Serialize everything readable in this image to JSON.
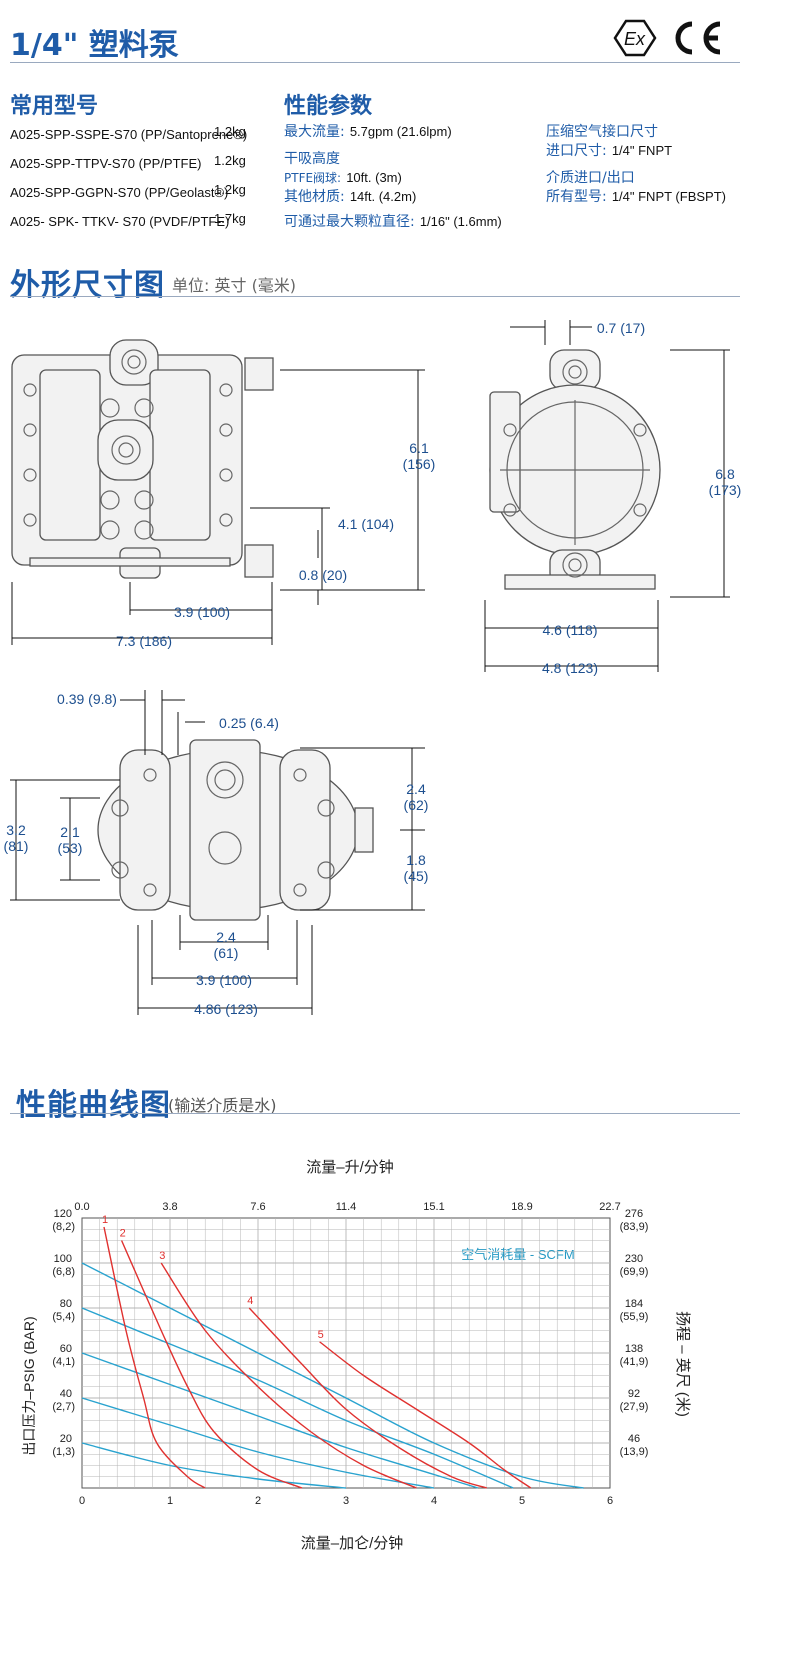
{
  "header": {
    "title": "1/4\" 塑料泵"
  },
  "models": {
    "heading": "常用型号",
    "rows": [
      {
        "model": "A025-SPP-SSPE-S70 (PP/Santoprene®)",
        "weight": "1.2kg"
      },
      {
        "model": "A025-SPP-TTPV-S70 (PP/PTFE)",
        "weight": "1.2kg"
      },
      {
        "model": "A025-SPP-GGPN-S70 (PP/Geolast®)",
        "weight": "1.2kg"
      },
      {
        "model": "A025- SPK- TTKV- S70 (PVDF/PTFE)",
        "weight": "1.7kg"
      }
    ]
  },
  "performance": {
    "heading": "性能参数",
    "max_flow_label": "最大流量:",
    "max_flow_value": "5.7gpm (21.6lpm)",
    "dry_lift_label": "干吸高度",
    "ptfe_label": "PTFE阀球:",
    "ptfe_value": "10ft. (3m)",
    "other_label": "其他材质:",
    "other_value": "14ft. (4.2m)",
    "particle_label": "可通过最大颗粒直径:",
    "particle_value": "1/16\" (1.6mm)",
    "air_inlet_label": "压缩空气接口尺寸",
    "air_inlet_sub_label": "进口尺寸:",
    "air_inlet_value": "1/4\" FNPT",
    "fluid_label": "介质进口/出口",
    "fluid_sub_label": "所有型号:",
    "fluid_value": "1/4\" FNPT (FBSPT)"
  },
  "dimensions": {
    "heading": "外形尺寸图",
    "unit": "单位:  英寸 (毫米)",
    "front": {
      "d1": "6.1\n(156)",
      "d2": "4.1 (104)",
      "d3": "0.8 (20)",
      "d4": "3.9 (100)",
      "d5": "7.3 (186)"
    },
    "side": {
      "d1": "0.7 (17)",
      "d2": "6.8\n(173)",
      "d3": "4.6 (118)",
      "d4": "4.8 (123)"
    },
    "bottom": {
      "d1": "0.39 (9.8)",
      "d2": "0.25 (6.4)",
      "d3": "3.2\n(81)",
      "d4": "2.1\n(53)",
      "d5": "2.4\n(62)",
      "d6": "1.8\n(45)",
      "d7": "2.4\n(61)",
      "d8": "3.9 (100)",
      "d9": "4.86 (123)"
    }
  },
  "curve": {
    "heading": "性能曲线图",
    "heading_note": "(输送介质是水)",
    "top_axis_title": "流量–升/分钟",
    "bottom_axis_title": "流量–加仑/分钟",
    "left_axis_title": "出口压力–PSIG (BAR)",
    "right_axis_title": "扬程 – 英尺 (米)",
    "legend": "空气消耗量 - SCFM",
    "top_ticks": [
      "0.0",
      "3.8",
      "7.6",
      "11.4",
      "15.1",
      "18.9",
      "22.7"
    ],
    "bottom_ticks": [
      "0",
      "1",
      "2",
      "3",
      "4",
      "5",
      "6"
    ],
    "left_ticks": [
      {
        "psi": "120",
        "bar": "(8,2)"
      },
      {
        "psi": "100",
        "bar": "(6,8)"
      },
      {
        "psi": "80",
        "bar": "(5,4)"
      },
      {
        "psi": "60",
        "bar": "(4,1)"
      },
      {
        "psi": "40",
        "bar": "(2,7)"
      },
      {
        "psi": "20",
        "bar": "(1,3)"
      }
    ],
    "right_ticks": [
      {
        "ft": "276",
        "m": "(83,9)"
      },
      {
        "ft": "230",
        "m": "(69,9)"
      },
      {
        "ft": "184",
        "m": "(55,9)"
      },
      {
        "ft": "138",
        "m": "(41,9)"
      },
      {
        "ft": "92",
        "m": "(27,9)"
      },
      {
        "ft": "46",
        "m": "(13,9)"
      }
    ],
    "air_labels": [
      "1",
      "2",
      "3",
      "4",
      "5"
    ],
    "colors": {
      "pressure": "#29a3cf",
      "air": "#e0312f",
      "grid": "#b5b5b5"
    }
  },
  "chart_data": {
    "type": "line",
    "xlabel": "流量–加仑/分钟",
    "ylabel": "出口压力–PSIG (BAR)",
    "xlim": [
      0,
      6
    ],
    "ylim": [
      0,
      120
    ],
    "series": [
      {
        "name": "100",
        "points": [
          [
            0,
            100
          ],
          [
            1,
            80
          ],
          [
            2,
            60
          ],
          [
            3,
            40
          ],
          [
            4,
            20
          ],
          [
            5,
            5
          ],
          [
            5.7,
            0
          ]
        ]
      },
      {
        "name": "80",
        "points": [
          [
            0,
            80
          ],
          [
            1,
            64
          ],
          [
            2,
            48
          ],
          [
            3,
            30
          ],
          [
            4,
            15
          ],
          [
            4.9,
            0
          ]
        ]
      },
      {
        "name": "60",
        "points": [
          [
            0,
            60
          ],
          [
            1,
            46
          ],
          [
            2,
            32
          ],
          [
            3,
            18
          ],
          [
            4,
            6
          ],
          [
            4.5,
            0
          ]
        ]
      },
      {
        "name": "40",
        "points": [
          [
            0,
            40
          ],
          [
            1,
            28
          ],
          [
            2,
            16
          ],
          [
            3,
            7
          ],
          [
            4,
            0
          ]
        ]
      },
      {
        "name": "20",
        "points": [
          [
            0,
            20
          ],
          [
            1,
            10
          ],
          [
            2,
            4
          ],
          [
            3,
            0
          ]
        ]
      },
      {
        "name": "1",
        "points": [
          [
            0.25,
            116
          ],
          [
            0.5,
            70
          ],
          [
            0.7,
            40
          ],
          [
            0.85,
            20
          ],
          [
            1.2,
            5
          ],
          [
            1.4,
            0
          ]
        ]
      },
      {
        "name": "2",
        "points": [
          [
            0.45,
            110
          ],
          [
            0.9,
            70
          ],
          [
            1.2,
            45
          ],
          [
            1.5,
            25
          ],
          [
            2,
            8
          ],
          [
            2.5,
            0
          ]
        ]
      },
      {
        "name": "3",
        "points": [
          [
            0.9,
            100
          ],
          [
            1.4,
            70
          ],
          [
            2,
            45
          ],
          [
            2.6,
            25
          ],
          [
            3.2,
            10
          ],
          [
            3.8,
            0
          ]
        ]
      },
      {
        "name": "4",
        "points": [
          [
            1.9,
            80
          ],
          [
            2.5,
            55
          ],
          [
            3,
            35
          ],
          [
            3.6,
            18
          ],
          [
            4.2,
            5
          ],
          [
            4.6,
            0
          ]
        ]
      },
      {
        "name": "5",
        "points": [
          [
            2.7,
            65
          ],
          [
            3.2,
            50
          ],
          [
            3.8,
            35
          ],
          [
            4.4,
            20
          ],
          [
            4.8,
            8
          ],
          [
            5.1,
            0
          ]
        ]
      }
    ]
  }
}
